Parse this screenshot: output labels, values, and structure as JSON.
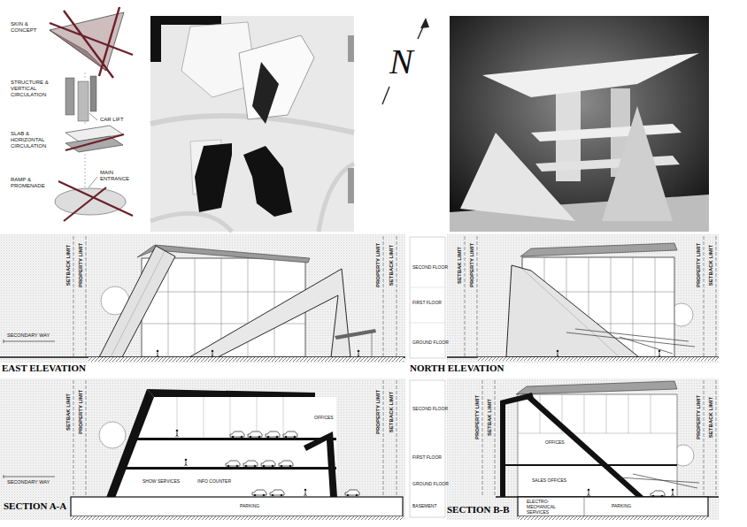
{
  "diagram": {
    "labels": [
      "SKIN & CONCEPT",
      "STRUCTURE & VERTICAL CIRCULATION",
      "CAR LIFT",
      "SLAB & HORIZONTAL CIRCULATION",
      "MAIN ENTRANCE",
      "RAMP & PROMENADE",
      "N",
      "SETBACK LIMIT",
      "PROPERTY LIMIT",
      "PROPERTY LIMIT",
      "SETBACK LIMIT",
      "SECONDARY WAY",
      "EAST ELEVATION",
      "SECOND FLOOR",
      "FIRST FLOOR",
      "GROUND FLOOR",
      "SETBAK LIMIT",
      "PROPERTY LIMIT",
      "PROPERTY LIMIT",
      "SETBACK LIMIT",
      "NORTH ELEVATION",
      "SETBAK LIMIT",
      "PROPERTY LIMIT",
      "PROPERTY LIMIT",
      "SETBACK LIMIT",
      "SECONDARY WAY",
      "OFFICES",
      "SHOW SERVICES",
      "INFO COUNTER",
      "PARKING",
      "SECTION A-A",
      "SECOND FLOOR",
      "FIRST FLOOR",
      "GROUND FLOOR",
      "BASEMENT",
      "PROPERTY LIMIT",
      "SETBAK LIMIT",
      "PROPERTY LIMIT",
      "SETBACK LIMIT",
      "OFFICES",
      "SALES OFFICES",
      "ELECTRO-MECHANICAL SERVICES",
      "PARKING",
      "SECTION B-B"
    ]
  }
}
